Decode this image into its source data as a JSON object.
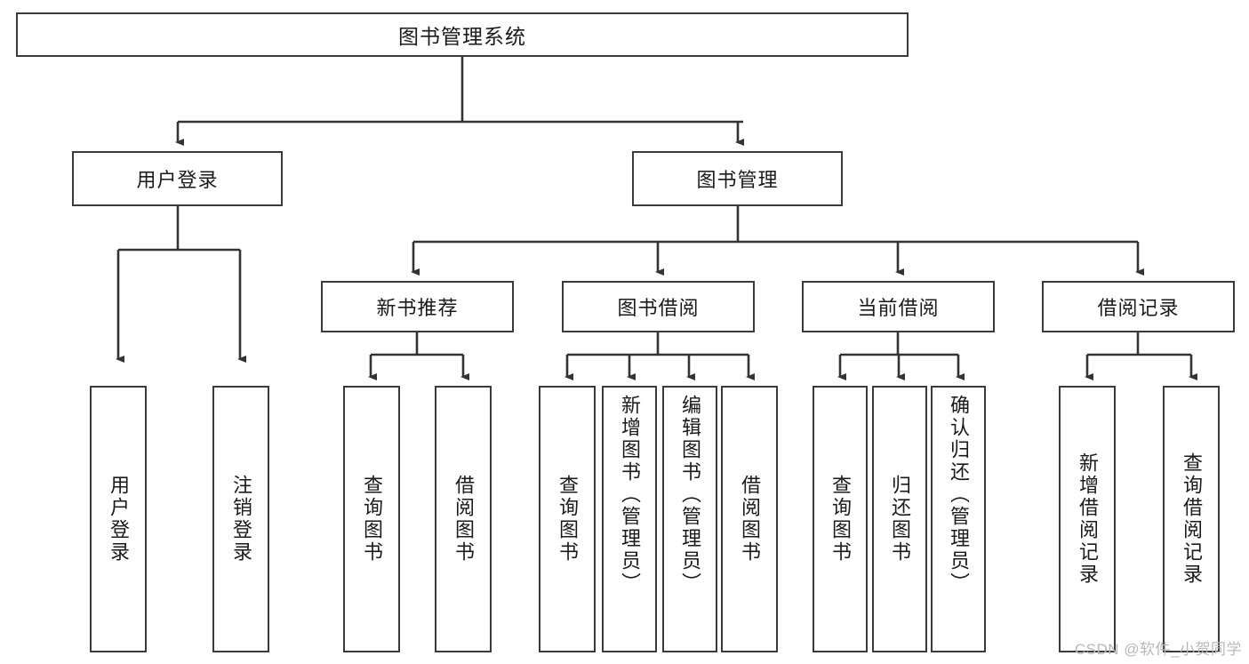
{
  "diagram": {
    "type": "tree",
    "title": "图书管理系统",
    "watermark": "CSDN @软件_小贺同学",
    "colors": {
      "box_border": "#3a3a3a",
      "box_fill": "#ffffff",
      "line": "#333333",
      "text": "#1a1a1a",
      "watermark": "#b8b8b8",
      "background": "#ffffff"
    },
    "nodes": {
      "root": {
        "label": "图书管理系统"
      },
      "level2": [
        {
          "id": "user-login",
          "label": "用户登录"
        },
        {
          "id": "book-manage",
          "label": "图书管理"
        }
      ],
      "level3": [
        {
          "id": "new-book-recommend",
          "label": "新书推荐"
        },
        {
          "id": "book-borrow",
          "label": "图书借阅"
        },
        {
          "id": "current-borrow",
          "label": "当前借阅"
        },
        {
          "id": "borrow-record",
          "label": "借阅记录"
        }
      ],
      "leaves": {
        "user-login": [
          {
            "id": "leaf-user-login",
            "label": "用户登录"
          },
          {
            "id": "leaf-logout",
            "label": "注销登录"
          }
        ],
        "new-book-recommend": [
          {
            "id": "leaf-query-book-1",
            "label": "查询图书"
          },
          {
            "id": "leaf-borrow-book-1",
            "label": "借阅图书"
          }
        ],
        "book-borrow": [
          {
            "id": "leaf-query-book-2",
            "label": "查询图书"
          },
          {
            "id": "leaf-add-book",
            "label": "新增图书（管理员）"
          },
          {
            "id": "leaf-edit-book",
            "label": "编辑图书（管理员）"
          },
          {
            "id": "leaf-borrow-book-2",
            "label": "借阅图书"
          }
        ],
        "current-borrow": [
          {
            "id": "leaf-query-book-3",
            "label": "查询图书"
          },
          {
            "id": "leaf-return-book",
            "label": "归还图书"
          },
          {
            "id": "leaf-confirm-return",
            "label": "确认归还（管理员）"
          }
        ],
        "borrow-record": [
          {
            "id": "leaf-add-record",
            "label": "新增借阅记录"
          },
          {
            "id": "leaf-query-record",
            "label": "查询借阅记录"
          }
        ]
      }
    }
  }
}
